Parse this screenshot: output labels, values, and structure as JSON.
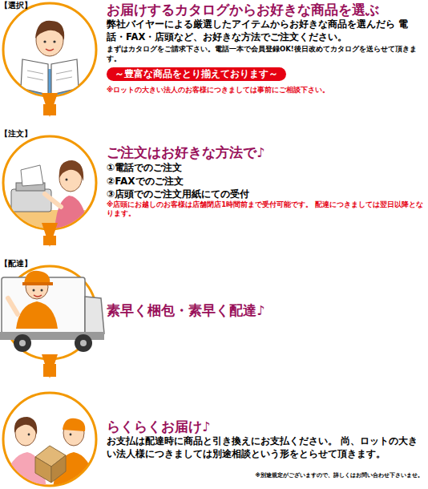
{
  "diagram": {
    "nodes": [
      {
        "text": [
          "【選択】",
          "お届けするカタログからお好きな商品を選ぶ",
          "弊社バイヤーによる厳選したアイテムからお好きな商品を選んだら 電話・FAX・店頭など、お好きな方法でご注文ください。",
          "まずはカタログをご請求下さい。電話一本で会員登録OK!後日改めてカタログを送らせて頂きます。",
          "～豊富な商品をとり揃えております～",
          "※ロットの大きい法人のお客様につきましては事前にご相談下さい。"
        ]
      },
      {
        "text": [
          "【注文】",
          "ご注文はお好きな方法で♪",
          "①電話でのご注文",
          "②FAXでのご注文",
          "③店頭でのご注文用紙にての受付",
          "※店頭にお越しのお客様は店舗閉店1時間前まで受付可能です。 配達につきましては翌日以降となります。"
        ]
      },
      {
        "text": [
          "【配達】",
          "素早く梱包・素早く配達♪"
        ]
      },
      {
        "text": [
          "らくらくお届け♪",
          "お支払は配達時に商品と引き換えにお支払ください。 尚、ロットの大きい法人様につきましては別途相談という形をとらせて頂きます。"
        ]
      }
    ],
    "edges": [
      {
        "from": 0,
        "to": 1,
        "arrow": "to"
      },
      {
        "from": 1,
        "to": 2,
        "arrow": "to"
      },
      {
        "from": 2,
        "to": 3,
        "arrow": "to"
      }
    ],
    "labels": [
      "※別途規定がございますので、詳しくはお問い合わせ下さいませ。"
    ]
  }
}
